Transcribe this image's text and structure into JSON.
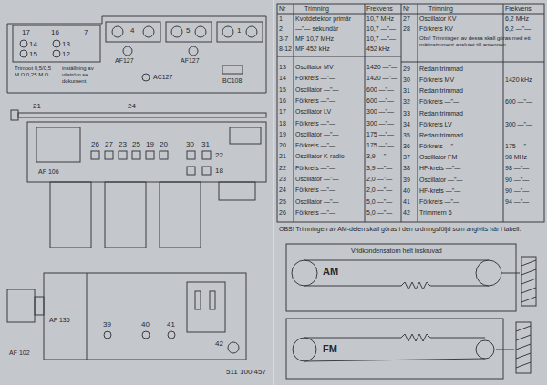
{
  "diagram": {
    "labels": [
      "Nr",
      "Trimning",
      "Frekvens",
      "Nr",
      "Trimning",
      "Frekvens",
      "1",
      "Kvotdetektor primär",
      "10,7 MHz",
      "2",
      "—\"— sekundär",
      "10,7 —\"—",
      "3-7",
      "MF 10,7 MHz",
      "10,7 —\"—",
      "8-12",
      "MF 452 kHz",
      "452 kHz",
      "13",
      "Oscillator MV",
      "1420 —\"—",
      "14",
      "Förkrets —\"—",
      "1420 —\"—",
      "15",
      "Oscillator —\"—",
      "600 —\"—",
      "16",
      "Förkrets —\"—",
      "600 —\"—",
      "17",
      "Oscillator LV",
      "300 —\"—",
      "18",
      "Förkrets —\"—",
      "300 —\"—",
      "19",
      "Oscillator —\"—",
      "175 —\"—",
      "20",
      "Förkrets —\"—",
      "175 —\"—",
      "21",
      "Oscillator K-radio",
      "3,9 —\"—",
      "22",
      "Förkrets —\"—",
      "3,9 —\"—",
      "23",
      "Oscillator —\"—",
      "2,0 —\"—",
      "24",
      "Förkrets —\"—",
      "2,0 —\"—",
      "25",
      "Oscillator —\"—",
      "5,0 —\"—",
      "26",
      "Förkrets —\"—",
      "5,0 —\"—",
      "27",
      "Oscillator KV",
      "6,2 MHz",
      "28",
      "Förkrets KV",
      "6,2 —\"—",
      "29",
      "Redan trimmad",
      "30",
      "Förkrets MV",
      "1420 kHz",
      "31",
      "Redan trimmad",
      "32",
      "Förkrets —\"—",
      "600 —\"—",
      "33",
      "Redan trimmad",
      "34",
      "Förkrets LV",
      "300 —\"—",
      "35",
      "Redan trimmad",
      "36",
      "Förkrets —\"—",
      "175 —\"—",
      "37",
      "Oscillator FM",
      "98 MHz",
      "38",
      "HF-krets —\"—",
      "98 —\"—",
      "39",
      "Oscillator —\"—",
      "90 —\"—",
      "40",
      "HF-krets —\"—",
      "90 —\"—",
      "41",
      "Förkrets —\"—",
      "94 —\"—",
      "42",
      "Trimmern 6",
      "Obs! Trimningen av dessa skall göras med ett mätinstrument anslutet till antennen",
      "OBS! Trimningen av AM-delen skall göras i den ordningsföljd som angivits här i tabell.",
      "Vridkondensatorn helt inskruvad",
      "AM",
      "FM",
      "511 100 457",
      "17",
      "16",
      "7",
      "14",
      "13",
      "15",
      "12",
      "4",
      "5",
      "1",
      "AF127",
      "AF127",
      "AC127",
      "BC108",
      "Trimpot 0,5/0,5 M Ω 0,25 M Ω",
      "inställning av vilström se dokument",
      "21",
      "24",
      "AF 106",
      "26",
      "27",
      "23",
      "25",
      "19",
      "20",
      "30",
      "31",
      "22",
      "18",
      "AF 102",
      "AF 135",
      "39",
      "40",
      "41",
      "42"
    ]
  }
}
